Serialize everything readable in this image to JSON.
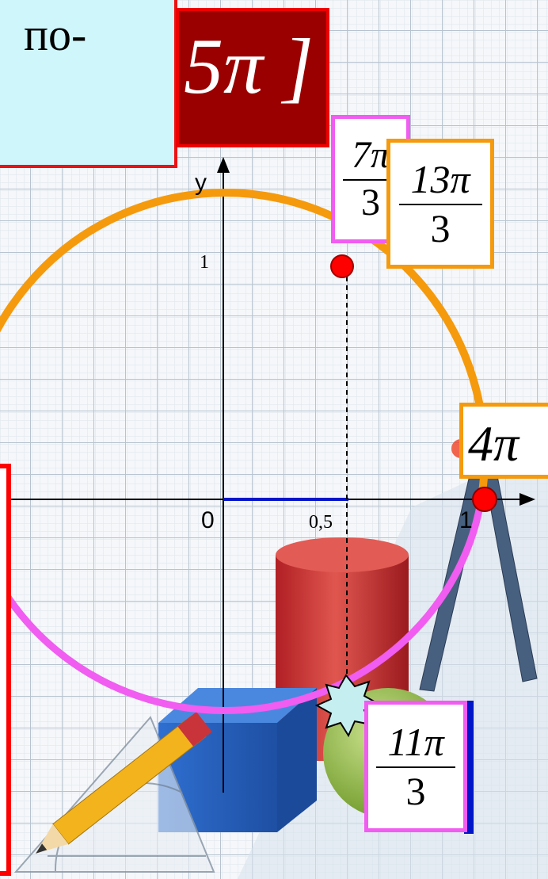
{
  "slide": {
    "top_left_text": "по-",
    "header_expr": "5π ]",
    "axis_labels": {
      "y": "y",
      "x_tick_1": "1",
      "y_tick_1": "1",
      "origin": "0",
      "half": "0,5"
    },
    "labels": {
      "seven_pi_3": {
        "num": "7π",
        "den": "3"
      },
      "thirteen_pi_3": {
        "num": "13π",
        "den": "3"
      },
      "four_pi": "4π",
      "eleven_pi_3": {
        "num": "11π",
        "den": "3"
      }
    },
    "colors": {
      "grid": "#b7c3cf",
      "orange": "#f59a0c",
      "pink": "#f15cf1",
      "red_box": "#9b0000",
      "cyan_box": "#cff6fb",
      "point": "#ff0000",
      "axis_segment": "#0016c8"
    }
  }
}
